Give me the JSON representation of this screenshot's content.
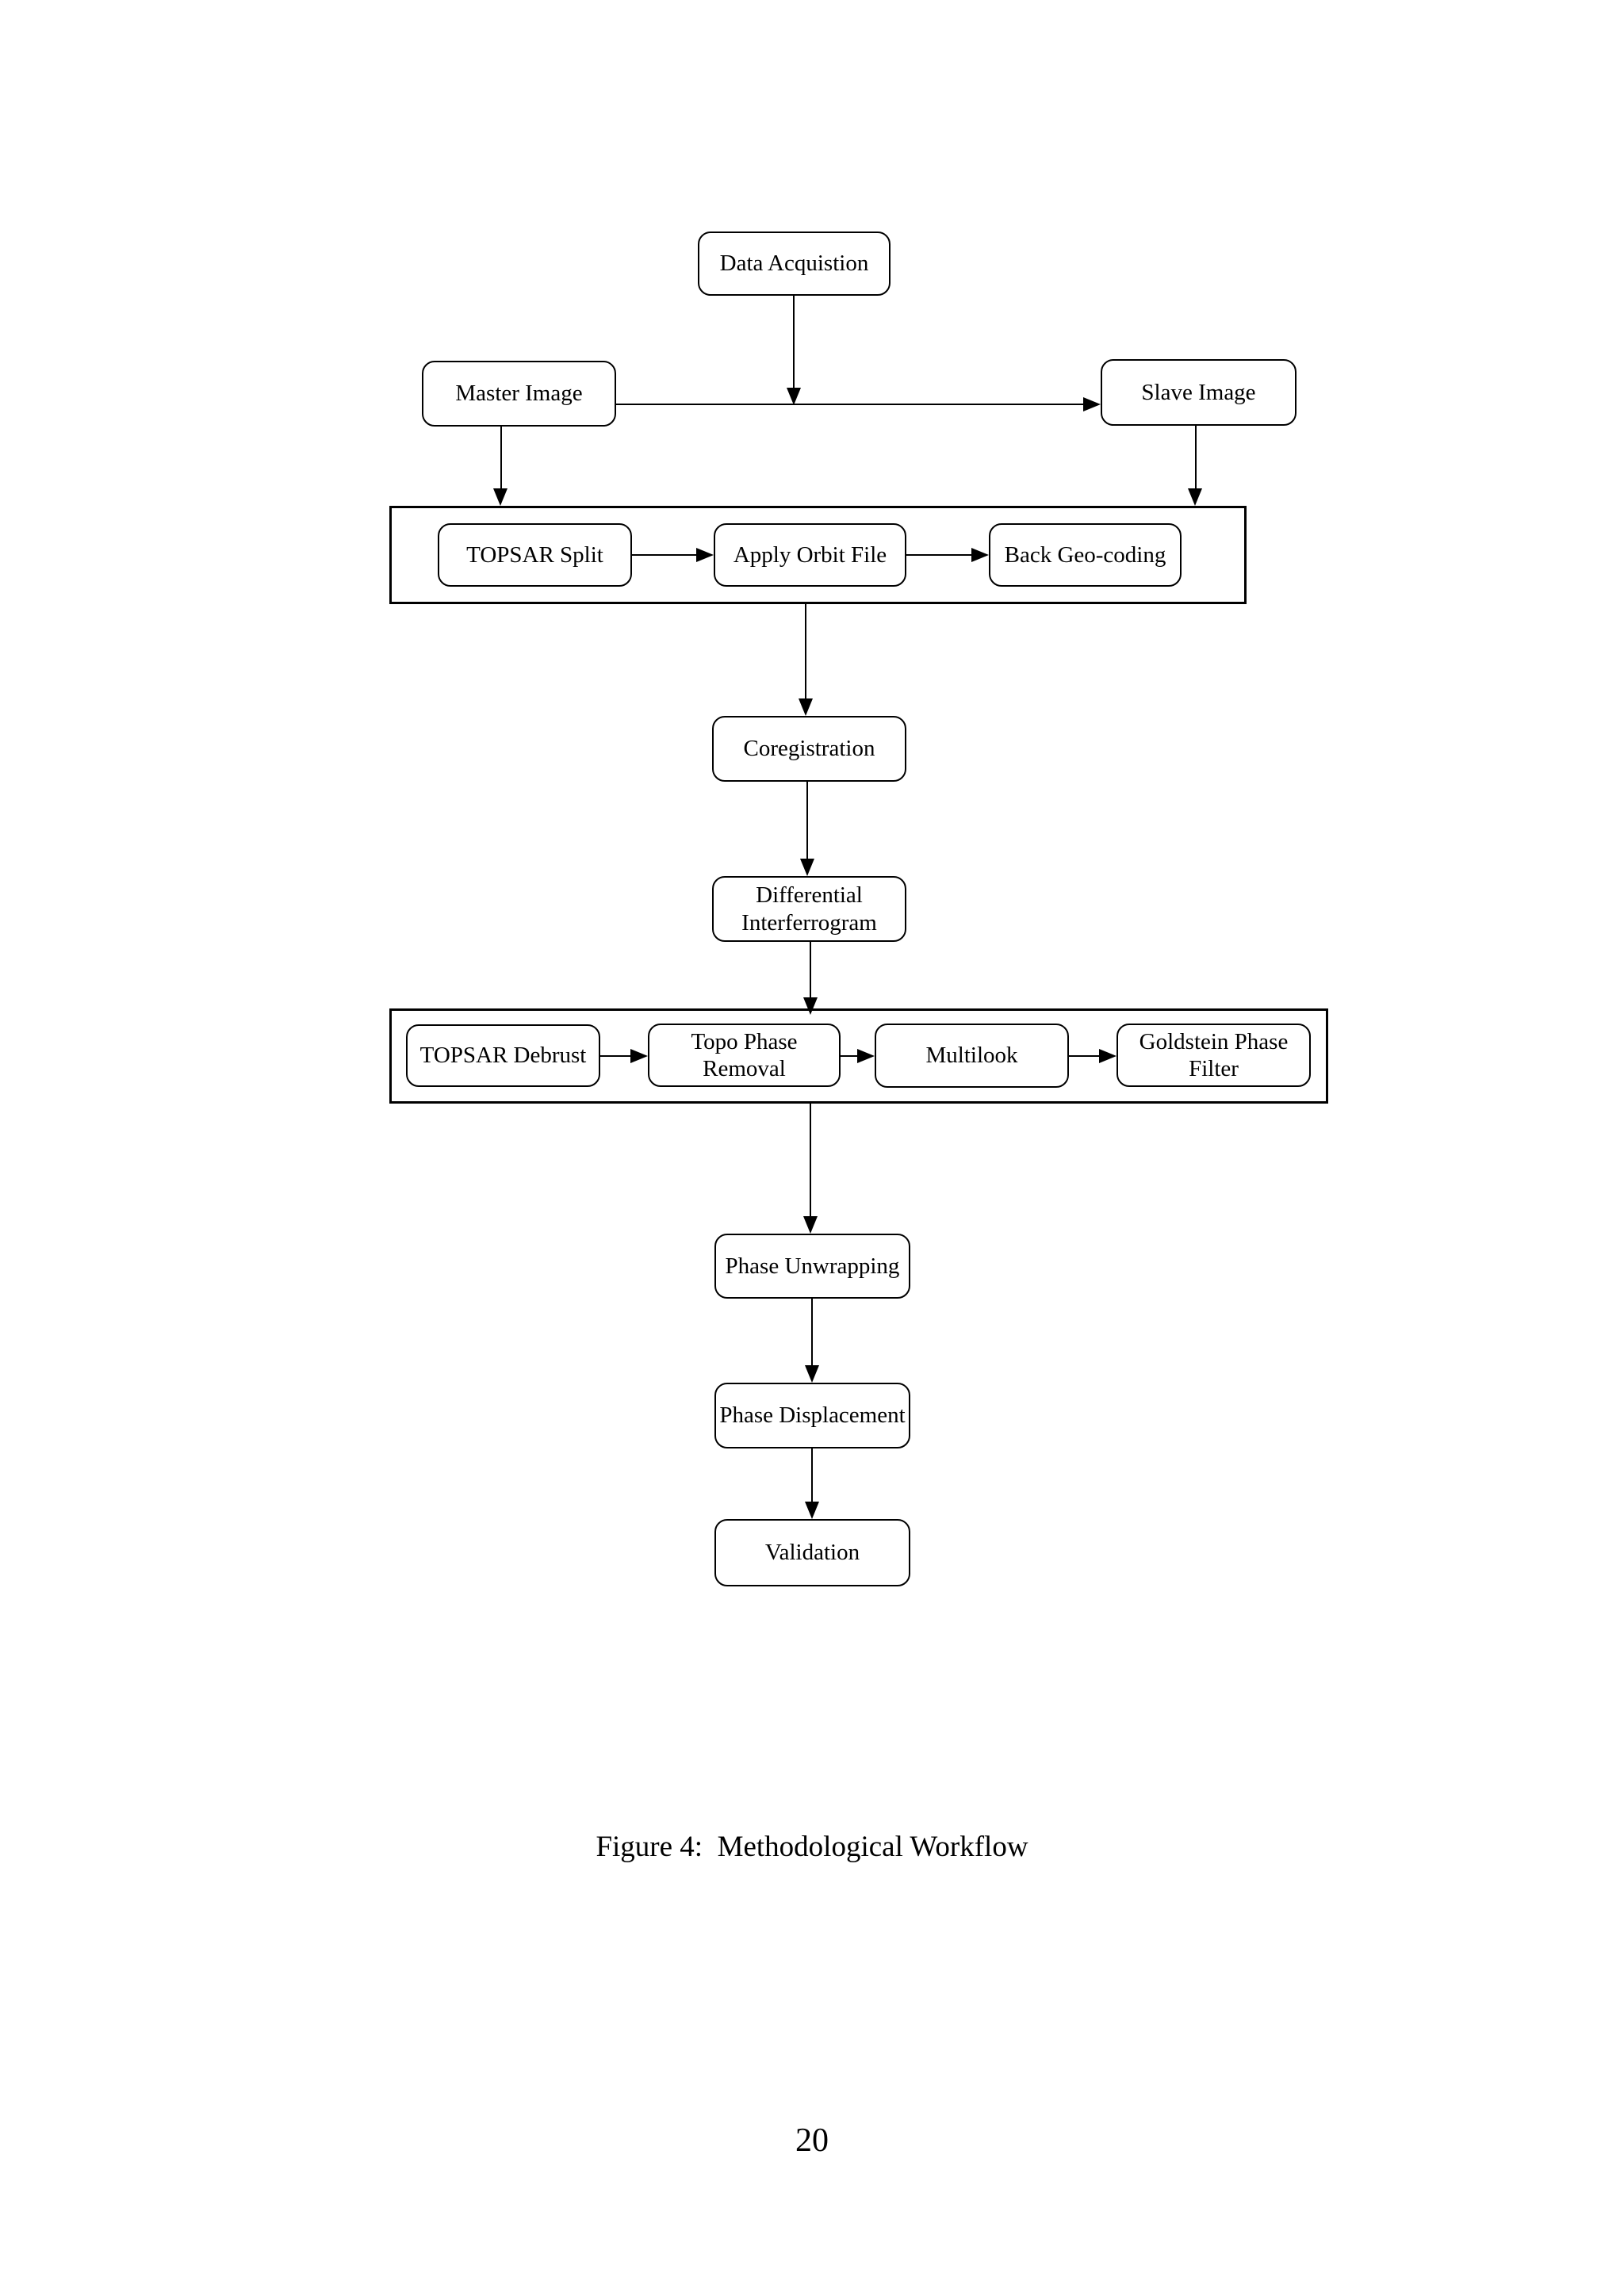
{
  "page": {
    "number": "20",
    "caption": "Figure 4:  Methodological Workflow"
  },
  "flowchart": {
    "title": "Methodological Workflow",
    "colors": {
      "stroke": "#000000",
      "background": "#ffffff"
    },
    "nodes": {
      "data_acquisition": "Data Acquistion",
      "master_image": "Master Image",
      "slave_image": "Slave Image",
      "topsar_split": "TOPSAR Split",
      "apply_orbit_file": "Apply Orbit File",
      "back_geo_coding": "Back Geo-coding",
      "coregistration": "Coregistration",
      "differential_interferrogram": "Differential\nInterferrogram",
      "topsar_debrust": "TOPSAR Debrust",
      "topo_phase_removal": "Topo Phase\nRemoval",
      "multilook": "Multilook",
      "goldstein_phase_filter": "Goldstein Phase\nFilter",
      "phase_unwrapping": "Phase Unwrapping",
      "phase_displacement": "Phase Displacement",
      "validation": "Validation"
    }
  }
}
